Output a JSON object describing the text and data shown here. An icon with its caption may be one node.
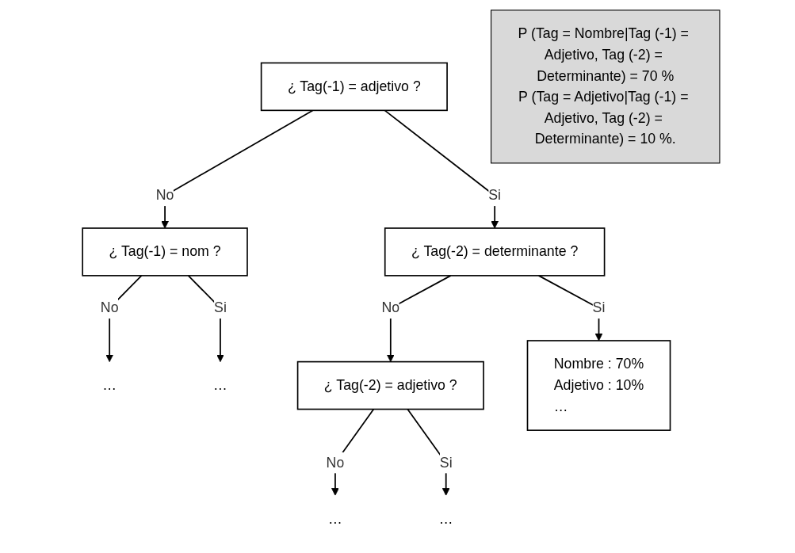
{
  "diagram": {
    "nodes": [
      {
        "text": [
          "¿  Tag(-1) = adjetivo ?"
        ]
      },
      {
        "text": [
          "¿ Tag(-1) = nom ?"
        ]
      },
      {
        "text": [
          "¿ Tag(-2) = determinante  ?"
        ]
      },
      {
        "text": [
          "…"
        ]
      },
      {
        "text": [
          "…"
        ]
      },
      {
        "text": [
          "¿  Tag(-2) = adjetivo ?"
        ]
      },
      {
        "text": [
          "Nombre : 70%",
          "Adjetivo : 10%",
          "…"
        ]
      },
      {
        "text": [
          "…"
        ]
      },
      {
        "text": [
          "…"
        ]
      },
      {
        "text": [
          "P (Tag = Nombre|Tag (-1) = Adjetivo, Tag (-2) = Determinante) = 70 %",
          "P (Tag = Adjetivo|Tag (-1) = Adjetivo, Tag (-2) = Determinante) = 10 %."
        ]
      }
    ],
    "edges": [
      {
        "from": 0,
        "to": 1,
        "arrow": "to",
        "label": "No"
      },
      {
        "from": 0,
        "to": 2,
        "arrow": "to",
        "label": "Si"
      },
      {
        "from": 1,
        "to": 3,
        "arrow": "to",
        "label": "No"
      },
      {
        "from": 1,
        "to": 4,
        "arrow": "to",
        "label": "Si"
      },
      {
        "from": 2,
        "to": 5,
        "arrow": "to",
        "label": "No"
      },
      {
        "from": 2,
        "to": 6,
        "arrow": "to",
        "label": "Si"
      },
      {
        "from": 5,
        "to": 7,
        "arrow": "to",
        "label": "No"
      },
      {
        "from": 5,
        "to": 8,
        "arrow": "to",
        "label": "Si"
      }
    ]
  }
}
